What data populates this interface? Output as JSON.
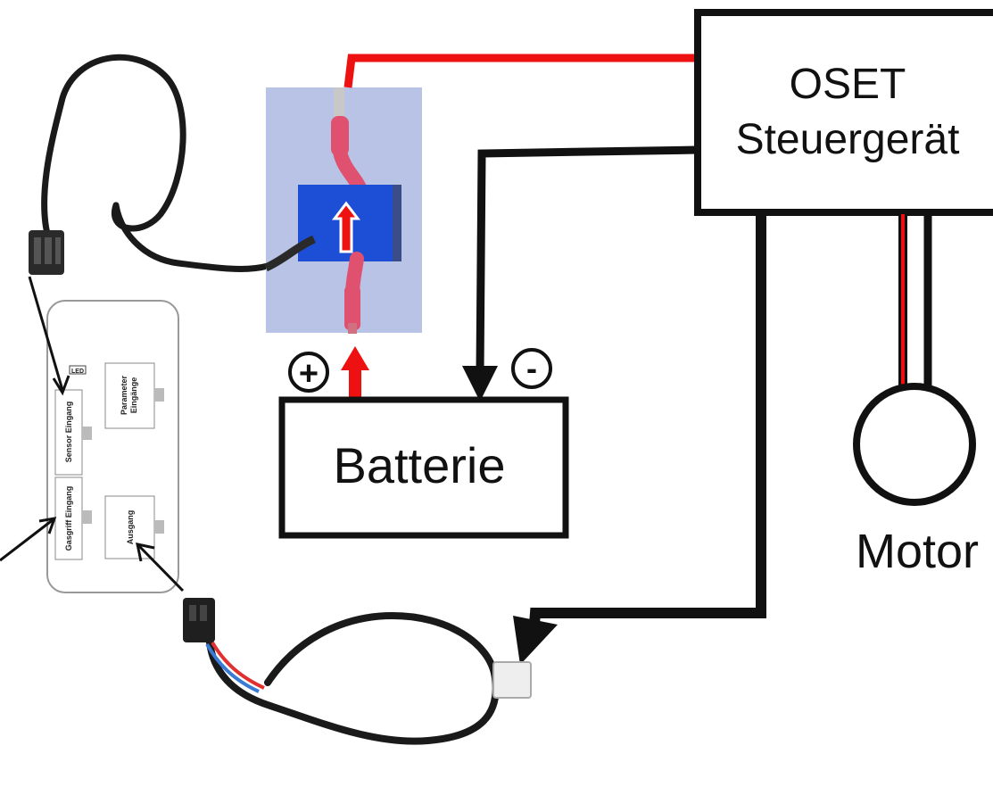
{
  "controller": {
    "line1": "OSET",
    "line2": "Steuergerät"
  },
  "battery": {
    "label": "Batterie",
    "plus": "+",
    "minus": "-"
  },
  "motor": {
    "label": "Motor"
  },
  "module": {
    "led": "LED",
    "ports": {
      "sensor": "Sensor Eingang",
      "throttle": "Gasgriff Eingang",
      "parameter_line1": "Parameter",
      "parameter_line2": "Eingänge",
      "output": "Ausgang"
    }
  },
  "colors": {
    "red_wire": "#ee1111",
    "black_wire": "#111111",
    "fuse_bg": "#b9c3e6",
    "fuse_body": "#1d4fd6",
    "sleeve": "#e0506f"
  }
}
